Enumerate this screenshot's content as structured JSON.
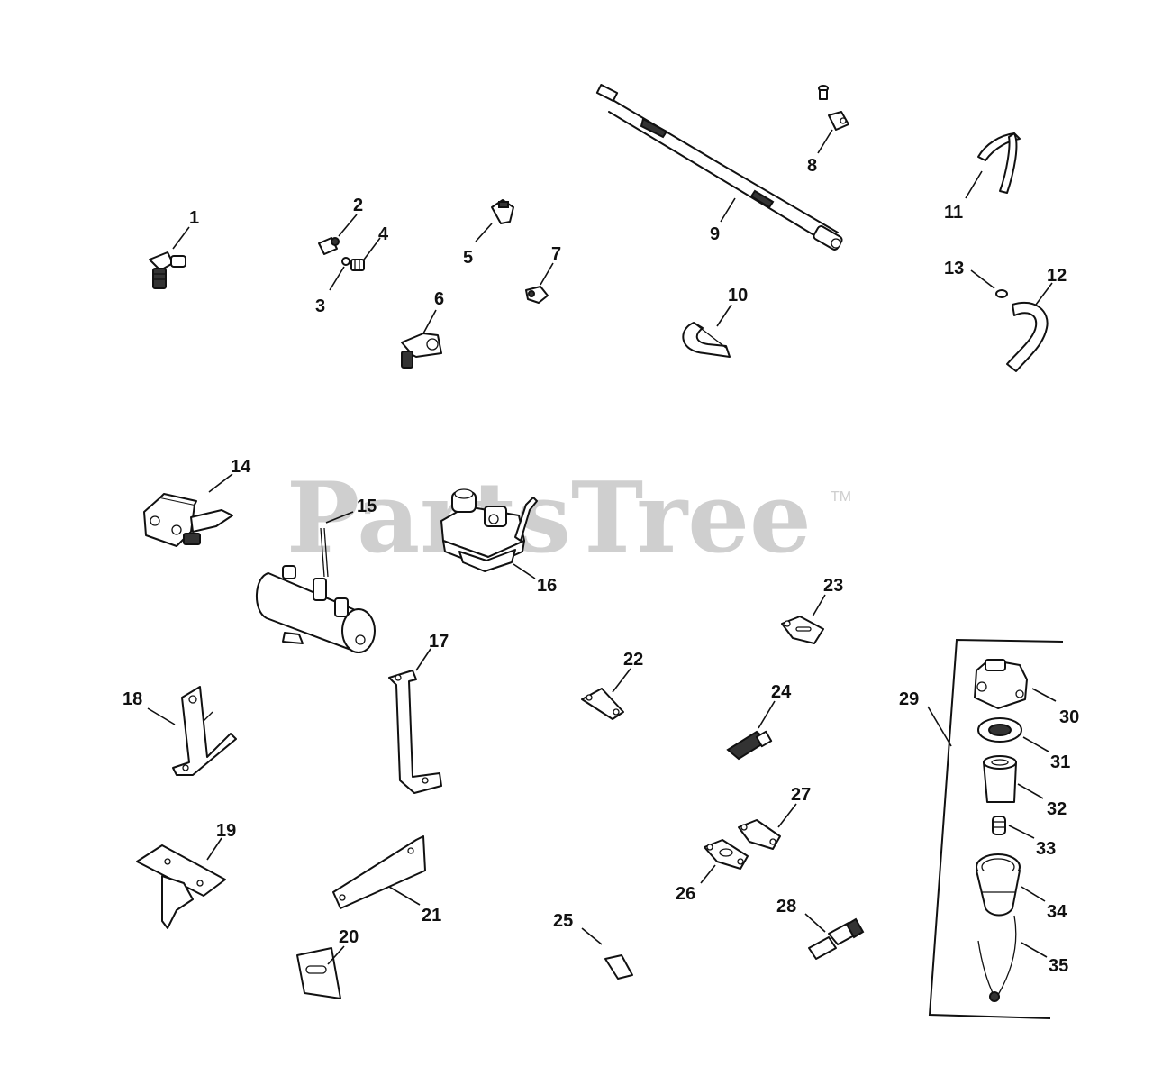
{
  "watermark": {
    "brand": "PartsTree",
    "trademark": "TM"
  },
  "callouts": [
    "1",
    "2",
    "3",
    "4",
    "5",
    "6",
    "7",
    "8",
    "9",
    "10",
    "11",
    "12",
    "13",
    "14",
    "15",
    "16",
    "17",
    "18",
    "19",
    "20",
    "21",
    "22",
    "23",
    "24",
    "25",
    "26",
    "27",
    "28",
    "29",
    "30",
    "31",
    "32",
    "33",
    "34",
    "35"
  ]
}
